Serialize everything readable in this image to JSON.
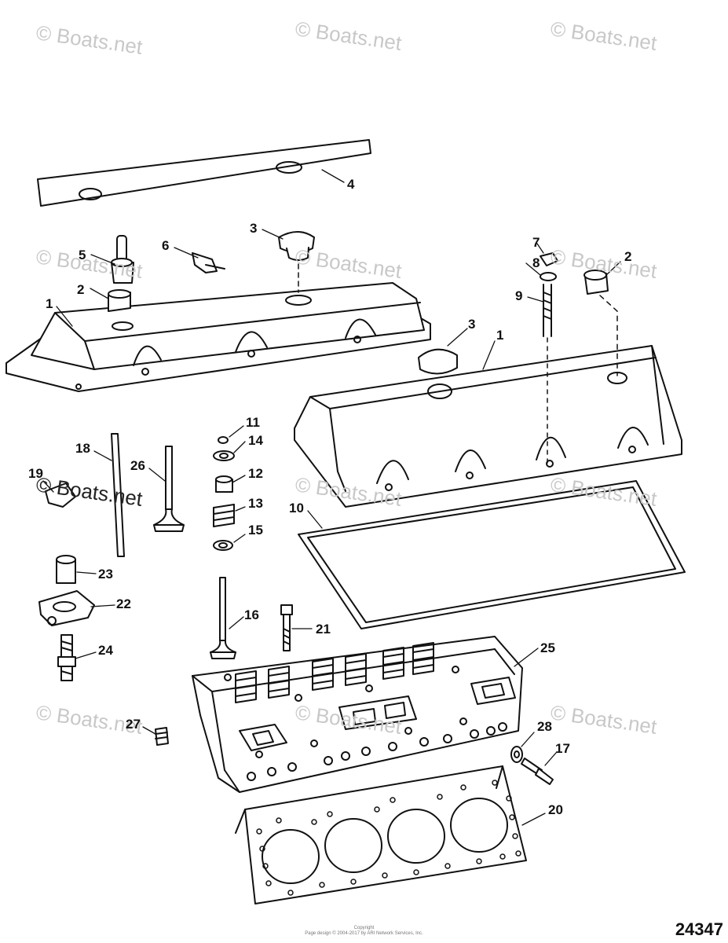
{
  "watermark": "© Boats.net",
  "figure_number": "24347",
  "copyright_line1": "Copyright",
  "copyright_line2": "Page design © 2004-2017 by ARI Network Services, Inc.",
  "callouts": [
    "1",
    "2",
    "3",
    "4",
    "5",
    "6",
    "1",
    "2",
    "3",
    "7",
    "8",
    "9",
    "10",
    "11",
    "12",
    "13",
    "14",
    "15",
    "16",
    "17",
    "18",
    "19",
    "20",
    "21",
    "22",
    "23",
    "24",
    "25",
    "26",
    "27",
    "28"
  ]
}
